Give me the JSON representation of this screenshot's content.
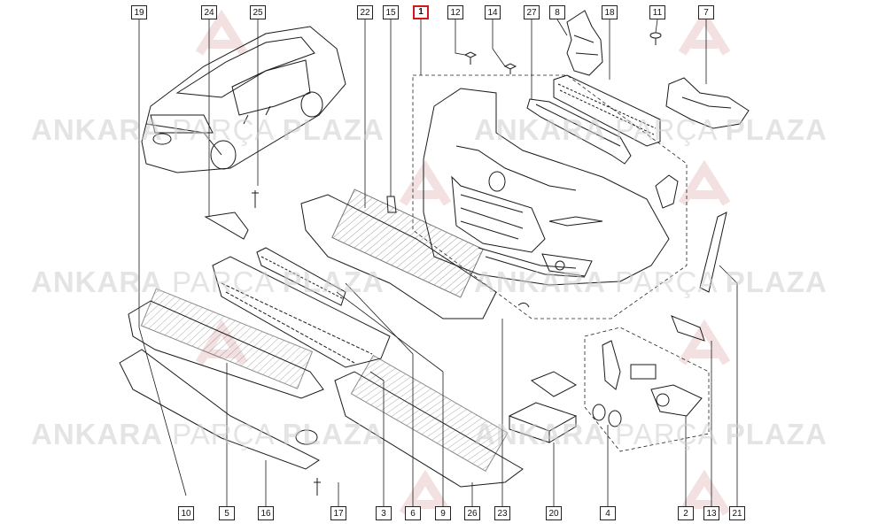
{
  "watermark": {
    "word1": "ANKARA",
    "word2": "PARÇA",
    "word3": "PLAZA"
  },
  "callouts": {
    "top": [
      "19",
      "24",
      "25",
      "22",
      "15",
      "1",
      "12",
      "14",
      "27",
      "8",
      "18",
      "11",
      "7"
    ],
    "bottom": [
      "10",
      "5",
      "16",
      "17",
      "3",
      "6",
      "9",
      "26",
      "23",
      "20",
      "4",
      "2",
      "13",
      "21"
    ],
    "highlighted": "1"
  },
  "colors": {
    "line": "#1a1a1a",
    "highlight": "#d0191b",
    "watermark": "#cfcfcf",
    "logo": "#e6b8b8"
  }
}
